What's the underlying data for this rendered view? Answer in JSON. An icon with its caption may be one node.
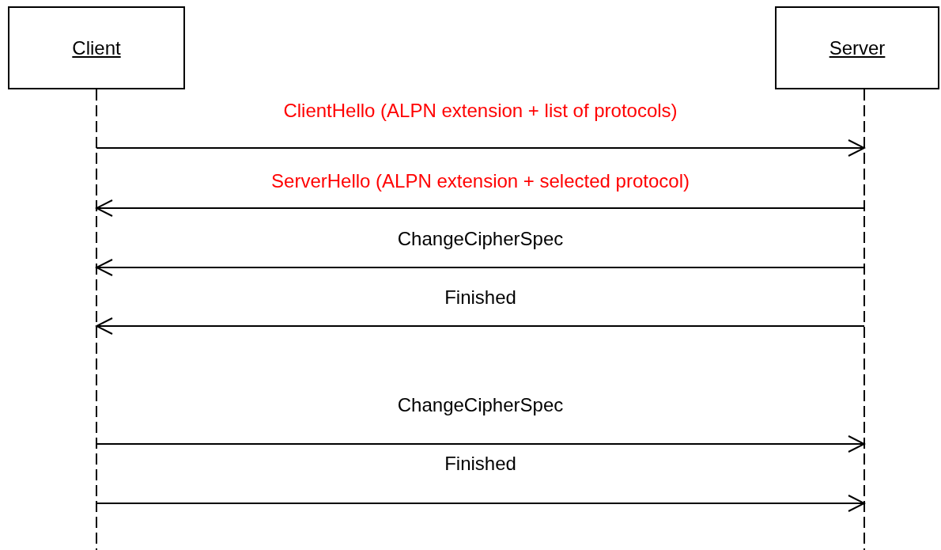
{
  "diagram": {
    "nodes": [
      {
        "text": [
          "Client"
        ]
      },
      {
        "text": [
          "Server"
        ]
      }
    ],
    "edges": [
      {
        "from": 0,
        "to": 1,
        "arrow": "to",
        "label": "ClientHello (ALPN extension + list of protocols)"
      },
      {
        "from": 1,
        "to": 0,
        "arrow": "to",
        "label": "ServerHello (ALPN extension + selected protocol)"
      },
      {
        "from": 1,
        "to": 0,
        "arrow": "to",
        "label": "ChangeCipherSpec"
      },
      {
        "from": 1,
        "to": 0,
        "arrow": "to",
        "label": "Finished"
      },
      {
        "from": 0,
        "to": 1,
        "arrow": "to",
        "label": "ChangeCipherSpec"
      },
      {
        "from": 0,
        "to": 1,
        "arrow": "to",
        "label": "Finished"
      }
    ]
  }
}
